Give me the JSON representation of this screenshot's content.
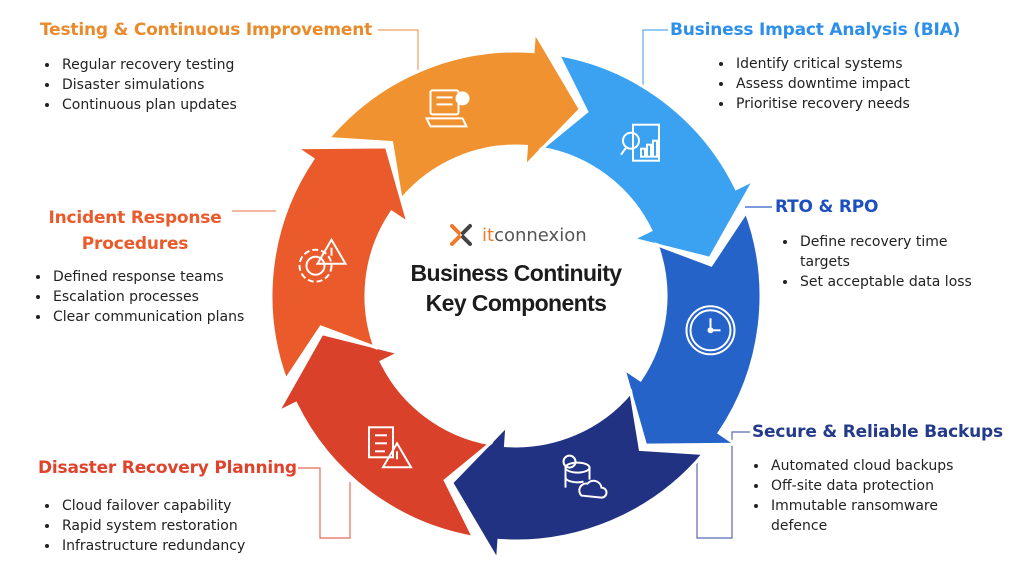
{
  "logo": {
    "prefix": "it",
    "suffix": "connexion"
  },
  "center_title": {
    "line1": "Business Continuity",
    "line2": "Key Components"
  },
  "components": [
    {
      "id": "testing",
      "title": "Testing & Continuous Improvement",
      "color": "#F0922F",
      "title_color": "#E98A2C",
      "icon": "laptop-checklist-icon",
      "bullets": [
        "Regular recovery testing",
        "Disaster simulations",
        "Continuous plan updates"
      ]
    },
    {
      "id": "bia",
      "title": "Business Impact Analysis (BIA)",
      "color": "#3BA2F2",
      "title_color": "#2E8FEA",
      "icon": "report-analysis-icon",
      "bullets": [
        "Identify critical systems",
        "Assess downtime impact",
        "Prioritise recovery needs"
      ]
    },
    {
      "id": "rto",
      "title": "RTO & RPO",
      "color": "#2563C9",
      "title_color": "#1E4FBF",
      "icon": "clock-icon",
      "bullets": [
        "Define recovery time targets",
        "Set acceptable data loss"
      ]
    },
    {
      "id": "backups",
      "title": "Secure & Reliable Backups",
      "color": "#213282",
      "title_color": "#243A8A",
      "icon": "database-cloud-icon",
      "bullets": [
        "Automated cloud backups",
        "Off-site data protection",
        "Immutable ransomware defence"
      ]
    },
    {
      "id": "drp",
      "title": "Disaster Recovery Planning",
      "color": "#D9412A",
      "title_color": "#E0432C",
      "icon": "checklist-warning-icon",
      "bullets": [
        "Cloud failover capability",
        "Rapid system restoration",
        "Infrastructure redundancy"
      ]
    },
    {
      "id": "incident",
      "title_line1": "Incident Response",
      "title_line2": "Procedures",
      "color": "#EA5A2A",
      "title_color": "#EA5A2A",
      "icon": "gear-warning-icon",
      "bullets": [
        "Defined response teams",
        "Escalation processes",
        "Clear communication plans"
      ]
    }
  ]
}
